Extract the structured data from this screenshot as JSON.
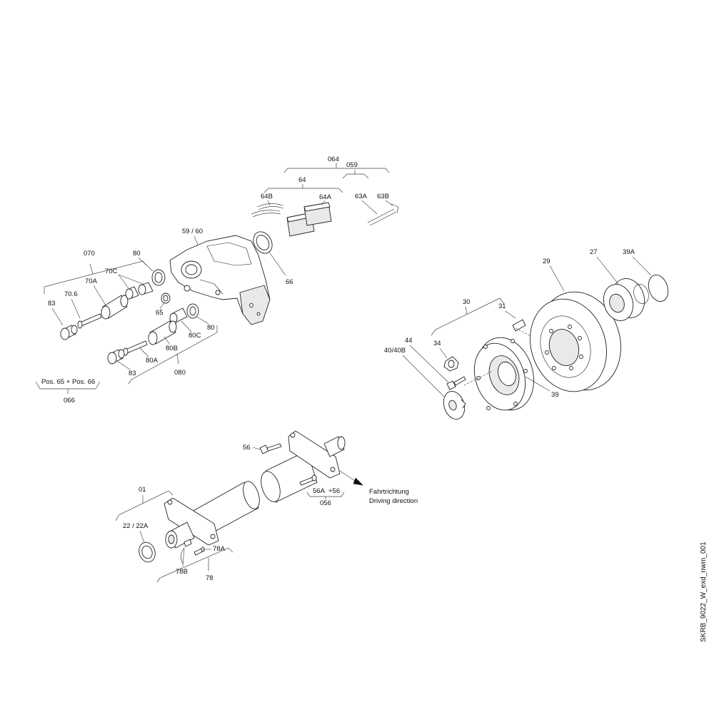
{
  "labels": {
    "l064": "064",
    "l059": "059",
    "l64": "64",
    "l64B": "64B",
    "l64A": "64A",
    "l63A": "63A",
    "l63B": "63B",
    "l5960": "59 / 60",
    "l66": "66",
    "l070": "070",
    "l80a": "80",
    "l70C": "70C",
    "l70A": "70A",
    "l706": "70.6",
    "l83a": "83",
    "l65": "65",
    "l80C": "80C",
    "l80b": "80",
    "l80B": "80B",
    "l80A": "80A",
    "l83b": "83",
    "l080": "080",
    "lpos": "Pos. 65 + Pos. 66",
    "l066": "066",
    "l30": "30",
    "l31": "31",
    "l29": "29",
    "l27": "27",
    "l39A": "39A",
    "l44": "44",
    "l34": "34",
    "l4040B": "40/40B",
    "l39": "39",
    "l56": "56",
    "l56A": "56A",
    "l56p": "+56",
    "l056": "056",
    "l01": "01",
    "l2222A": "22 / 22A",
    "l78A": "78A",
    "l78B": "78B",
    "l78": "78"
  },
  "direction": {
    "de": "Fahrtrichtung",
    "en": "Driving direction"
  },
  "drawing_id": "SKRB_9022_W_exd_nwm_001"
}
